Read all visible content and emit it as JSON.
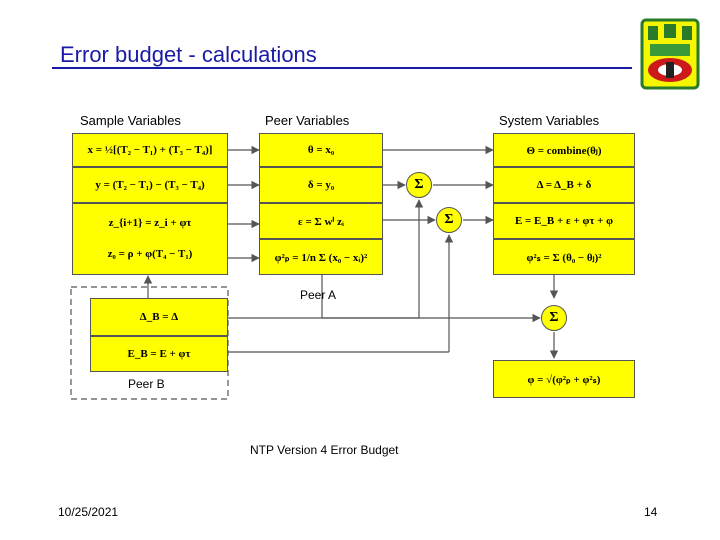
{
  "slide": {
    "title": "Error budget - calculations",
    "date": "10/25/2021",
    "page_number": "14",
    "caption": "NTP Version 4 Error Budget"
  },
  "columns": {
    "sample": "Sample Variables",
    "peer": "Peer Variables",
    "system": "System Variables"
  },
  "groups": {
    "peer_a": "Peer A",
    "peer_b": "Peer B"
  },
  "sample_boxes": [
    "x = ½[(T₂ − T₁) + (T₃ − T₄)]",
    "y = (T₂ − T₁) − (T₃ − T₄)",
    "z_{i+1} = z_i + φτ",
    "z₀ = ρ + φ(T₄ − T₁)"
  ],
  "peer_boxes": [
    "θ = x₀",
    "δ = y₀",
    "ε = Σ wⁱ zᵢ",
    "φ²ₚ = 1/n Σ (x₀ − xᵢ)²"
  ],
  "system_boxes": [
    "Θ = combine(θⱼ)",
    "Δ = Δ_B + δ",
    "E = E_B + ε + φτ + φ",
    "φ²ₛ = Σ (θ₀ − θⱼ)²"
  ],
  "peer_b_boxes": [
    "Δ_B = Δ",
    "E_B = E + φτ"
  ],
  "result_box": "φ = √(φ²ₚ + φ²ₛ)",
  "sigma": "Σ",
  "colors": {
    "title": "#1a1aa6",
    "box_fill": "#ffff00",
    "line": "#555555"
  }
}
